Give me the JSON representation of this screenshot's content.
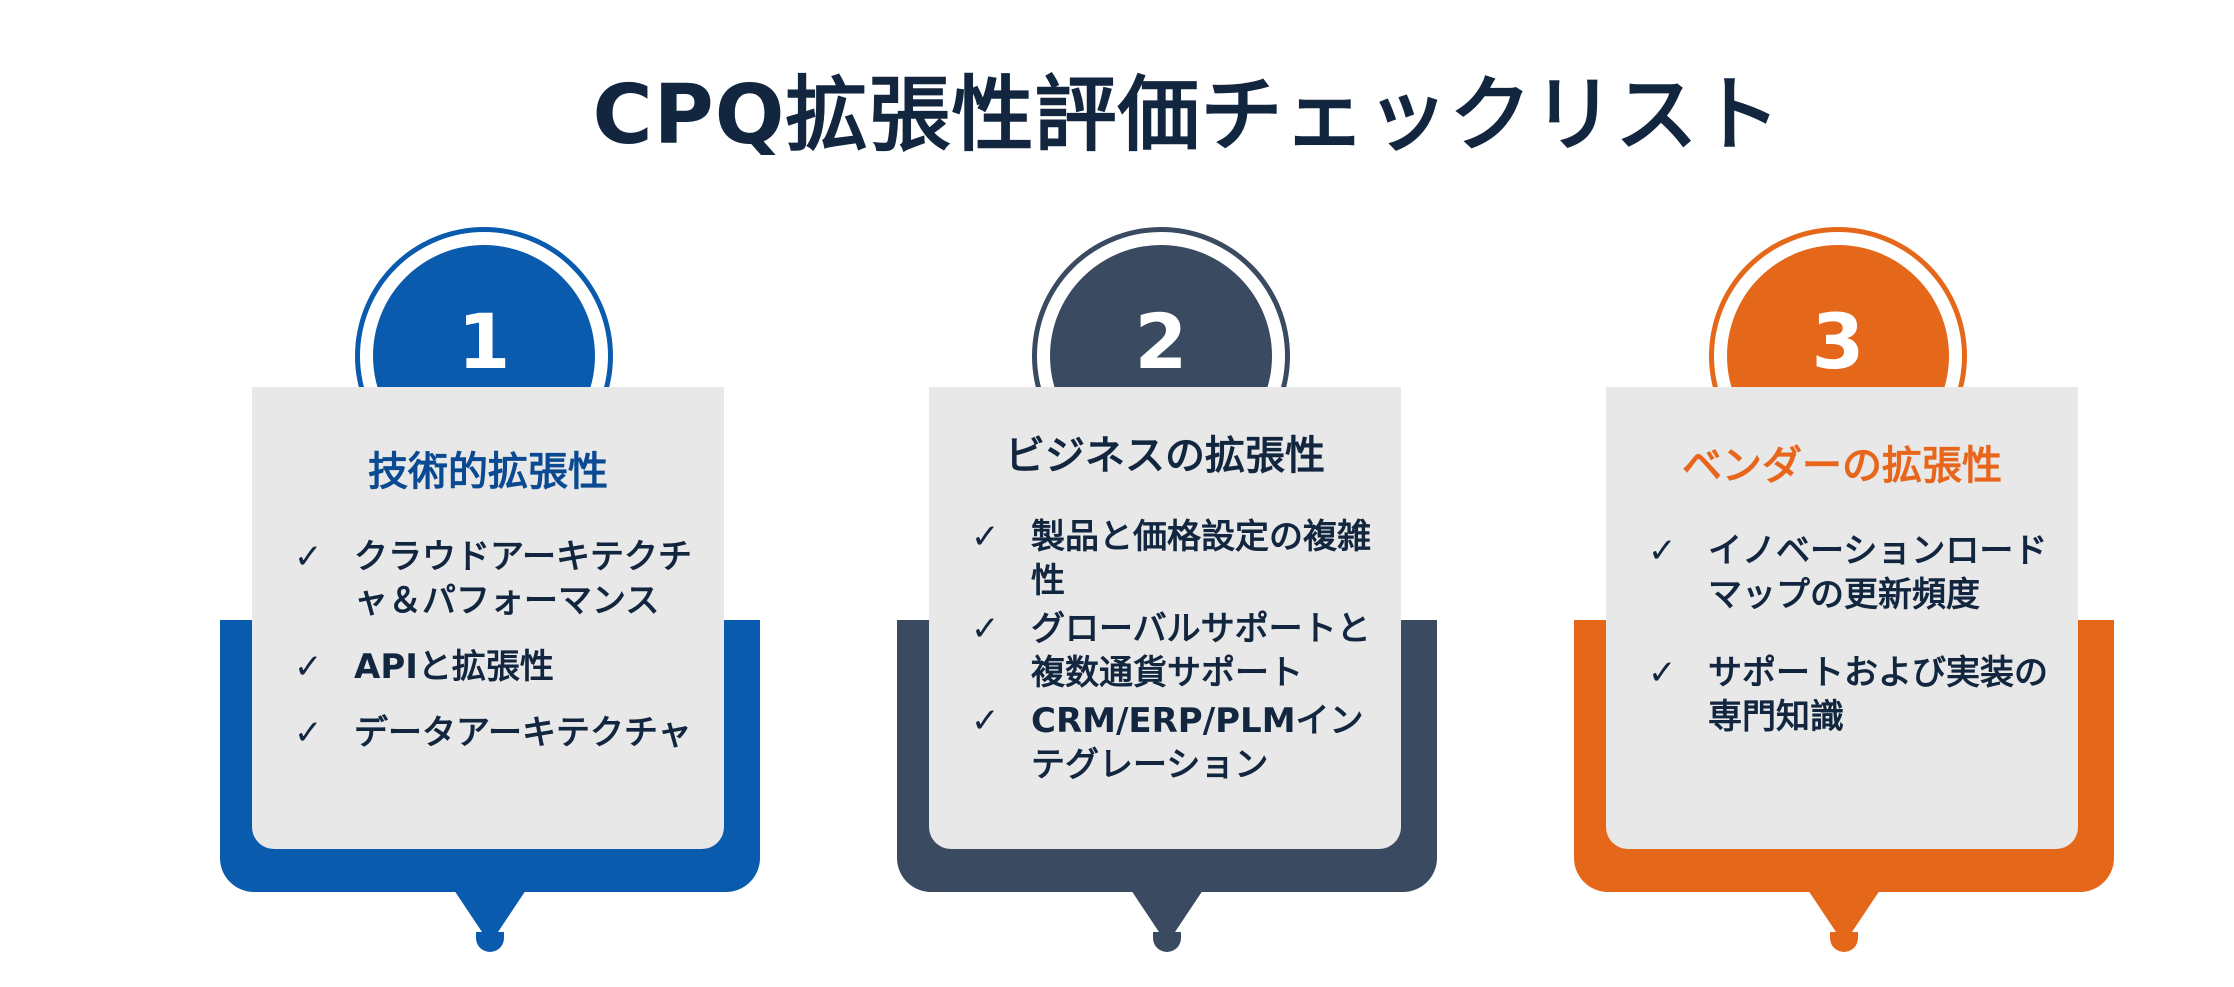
{
  "title": "CPQ拡張性評価チェックリスト",
  "cards": [
    {
      "number": "1",
      "heading": "技術的拡張性",
      "accent_color": "#0a5aad",
      "heading_color": "#0a4a92",
      "items": [
        "クラウドアーキテクチャ＆パフォーマンス",
        "APIと拡張性",
        "データアーキテクチャ"
      ]
    },
    {
      "number": "2",
      "heading": "ビジネスの拡張性",
      "accent_color": "#3a4a60",
      "heading_color": "#12263f",
      "items": [
        "製品と価格設定の複雑性",
        "グローバルサポートと複数通貨サポート",
        "CRM/ERP/PLMインテグレーション"
      ]
    },
    {
      "number": "3",
      "heading": "ベンダーの拡張性",
      "accent_color": "#e5671a",
      "heading_color": "#e8661c",
      "items": [
        "イノベーションロードマップの更新頻度",
        "サポートおよび実装の専門知識"
      ]
    }
  ],
  "check_glyph": "✓"
}
